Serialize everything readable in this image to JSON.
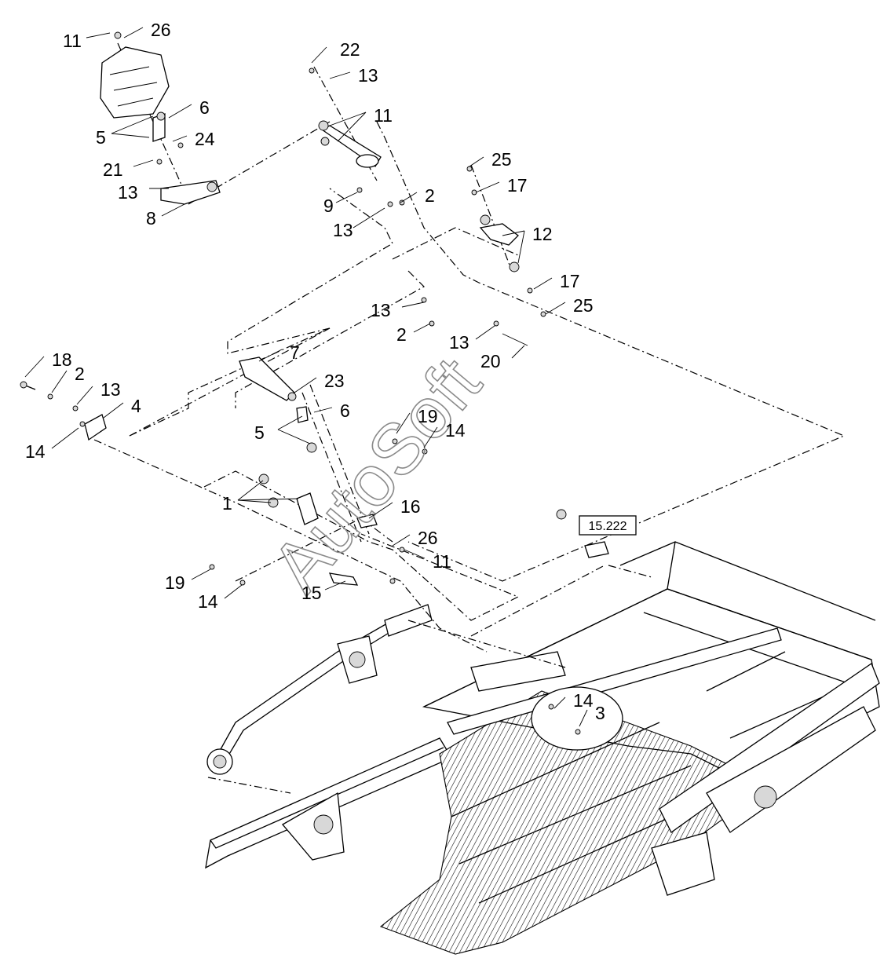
{
  "watermark": "AutoSoft",
  "reference_box": "15.222",
  "callouts": [
    {
      "id": "c11a",
      "text": "11"
    },
    {
      "id": "c26a",
      "text": "26"
    },
    {
      "id": "c6a",
      "text": "6"
    },
    {
      "id": "c5a",
      "text": "5"
    },
    {
      "id": "c24",
      "text": "24"
    },
    {
      "id": "c21",
      "text": "21"
    },
    {
      "id": "c13a",
      "text": "13"
    },
    {
      "id": "c8",
      "text": "8"
    },
    {
      "id": "c22",
      "text": "22"
    },
    {
      "id": "c13b",
      "text": "13"
    },
    {
      "id": "c11b",
      "text": "11"
    },
    {
      "id": "c9",
      "text": "9"
    },
    {
      "id": "c2a",
      "text": "2"
    },
    {
      "id": "c13c",
      "text": "13"
    },
    {
      "id": "c25a",
      "text": "25"
    },
    {
      "id": "c17a",
      "text": "17"
    },
    {
      "id": "c12",
      "text": "12"
    },
    {
      "id": "c17b",
      "text": "17"
    },
    {
      "id": "c25b",
      "text": "25"
    },
    {
      "id": "c13d",
      "text": "13"
    },
    {
      "id": "c2b",
      "text": "2"
    },
    {
      "id": "c13e",
      "text": "13"
    },
    {
      "id": "c20",
      "text": "20"
    },
    {
      "id": "c7",
      "text": "7"
    },
    {
      "id": "c23",
      "text": "23"
    },
    {
      "id": "c6b",
      "text": "6"
    },
    {
      "id": "c5b",
      "text": "5"
    },
    {
      "id": "c18",
      "text": "18"
    },
    {
      "id": "c2c",
      "text": "2"
    },
    {
      "id": "c13f",
      "text": "13"
    },
    {
      "id": "c4",
      "text": "4"
    },
    {
      "id": "c14a",
      "text": "14"
    },
    {
      "id": "c19a",
      "text": "19"
    },
    {
      "id": "c14b",
      "text": "14"
    },
    {
      "id": "c16",
      "text": "16"
    },
    {
      "id": "c1",
      "text": "1"
    },
    {
      "id": "c26b",
      "text": "26"
    },
    {
      "id": "c11c",
      "text": "11"
    },
    {
      "id": "c19b",
      "text": "19"
    },
    {
      "id": "c14c",
      "text": "14"
    },
    {
      "id": "c15",
      "text": "15"
    },
    {
      "id": "c14d",
      "text": "14"
    },
    {
      "id": "c3",
      "text": "3"
    }
  ]
}
